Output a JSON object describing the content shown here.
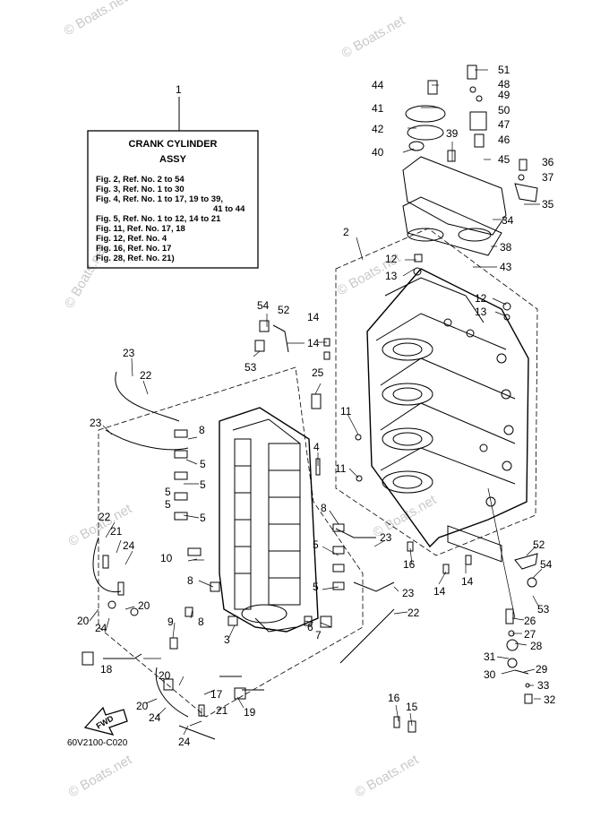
{
  "watermark": "© Boats.net",
  "diagram_code": "60V2100-C020",
  "fwd_label": "FWD",
  "assy_box": {
    "title_line1": "CRANK CYLINDER",
    "title_line2": "ASSY",
    "lines": [
      "Fig. 2, Ref. No. 2 to 54",
      "Fig. 3, Ref. No. 1 to 30",
      "Fig. 4, Ref. No. 1 to 17, 19 to 39,",
      "41 to 44",
      "Fig. 5, Ref. No. 1 to 12, 14 to 21",
      "Fig. 11, Ref. No. 17, 18",
      "Fig. 12, Ref. No. 4",
      "Fig. 16, Ref. No. 17",
      "Fig. 28, Ref. No. 21)"
    ]
  },
  "callouts": [
    "1",
    "2",
    "3",
    "4",
    "5",
    "6",
    "7",
    "8",
    "9",
    "11",
    "12",
    "13",
    "14",
    "15",
    "16",
    "17",
    "18",
    "19",
    "20",
    "21",
    "22",
    "23",
    "24",
    "25",
    "26",
    "27",
    "28",
    "29",
    "30",
    "31",
    "32",
    "33",
    "34",
    "35",
    "36",
    "37",
    "38",
    "39",
    "40",
    "41",
    "42",
    "43",
    "44",
    "45",
    "46",
    "47",
    "48",
    "49",
    "50",
    "51",
    "52",
    "53",
    "54"
  ]
}
